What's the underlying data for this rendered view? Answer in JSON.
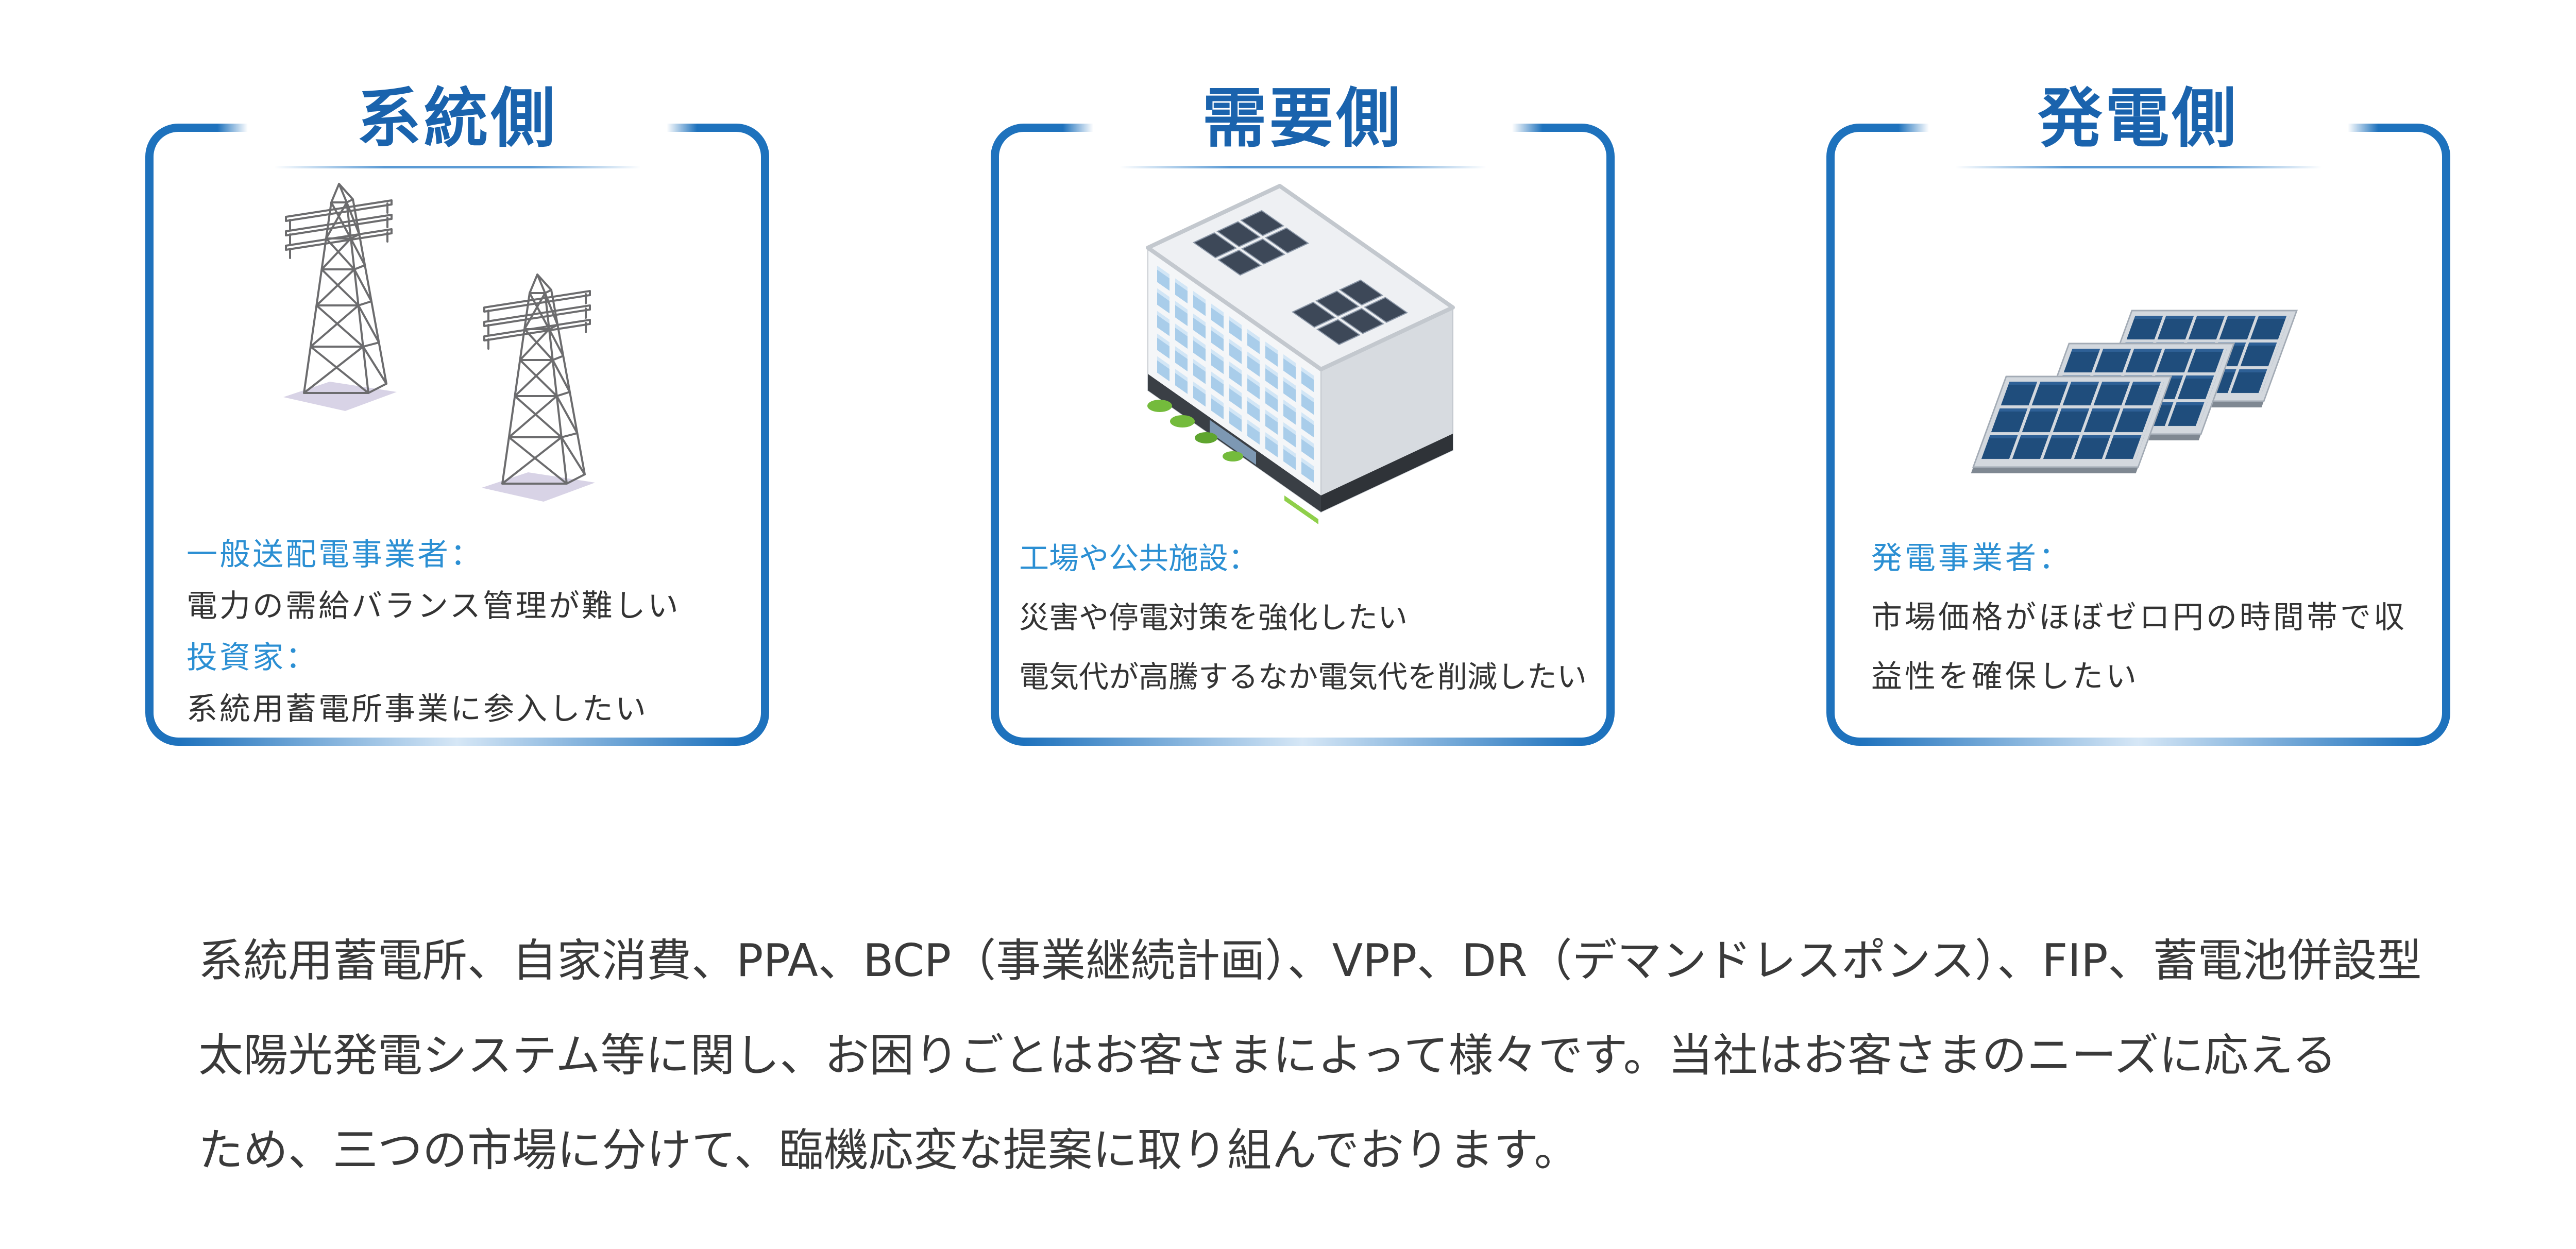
{
  "cards": [
    {
      "title": "系統側",
      "illustration": "transmission-tower-icon",
      "groups": [
        {
          "label": "一般送配電事業者：",
          "lines": [
            "電力の需給バランス管理が難しい"
          ]
        },
        {
          "label": "投資家：",
          "lines": [
            "系統用蓄電所事業に参入したい"
          ]
        }
      ]
    },
    {
      "title": "需要側",
      "illustration": "office-building-icon",
      "groups": [
        {
          "label": "工場や公共施設：",
          "lines": [
            "災害や停電対策を強化したい",
            "電気代が高騰するなか電気代を削減したい"
          ]
        }
      ]
    },
    {
      "title": "発電側",
      "illustration": "solar-panel-icon",
      "groups": [
        {
          "label": "発電事業者：",
          "lines": [
            "市場価格がほぼゼロ円の時間帯で収",
            "益性を確保したい"
          ]
        }
      ]
    }
  ],
  "intro": {
    "lines": [
      "系統用蓄電所、自家消費、PPA、BCP（事業継続計画）、VPP、DR（デマンドレスポンス）、FIP、蓄電池併設型",
      "太陽光発電システム等に関し、お困りごとはお客さまによって様々です。当社はお客さまのニーズに応える",
      "ため、三つの市場に分けて、臨機応変な提案に取り組んでおります。"
    ]
  },
  "colors": {
    "accent": "#1e72bd",
    "accent_fade": "#d6e7f6",
    "title": "#1a63ad",
    "label": "#2b8fd3",
    "text": "#333333",
    "body": "#3a3a3a"
  }
}
